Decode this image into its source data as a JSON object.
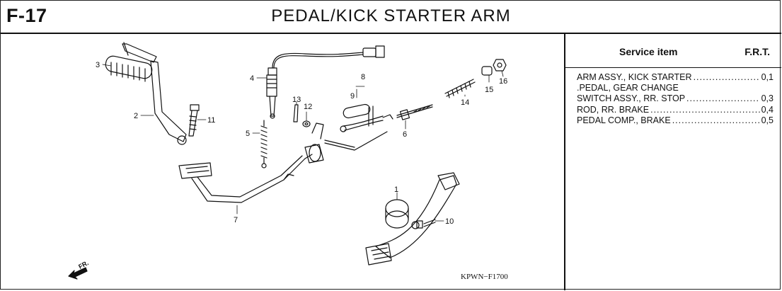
{
  "header": {
    "page_no": "F-17",
    "title": "PEDAL/KICK  STARTER  ARM"
  },
  "diagram": {
    "code": "KPWN−F1700",
    "direction": "FR.",
    "callouts": [
      "1",
      "2",
      "3",
      "4",
      "5",
      "6",
      "7",
      "8",
      "9",
      "10",
      "11",
      "12",
      "13",
      "14",
      "15",
      "16"
    ]
  },
  "service": {
    "col_item": "Service item",
    "col_frt": "F.R.T.",
    "items": [
      {
        "label": "ARM ASSY., KICK STARTER",
        "frt": "0,1"
      },
      {
        "label": ".PEDAL, GEAR CHANGE",
        "frt": ""
      },
      {
        "label": "SWITCH ASSY., RR. STOP",
        "frt": "0,3"
      },
      {
        "label": "ROD, RR. BRAKE",
        "frt": "0,4"
      },
      {
        "label": "PEDAL COMP., BRAKE",
        "frt": "0,5"
      }
    ]
  }
}
